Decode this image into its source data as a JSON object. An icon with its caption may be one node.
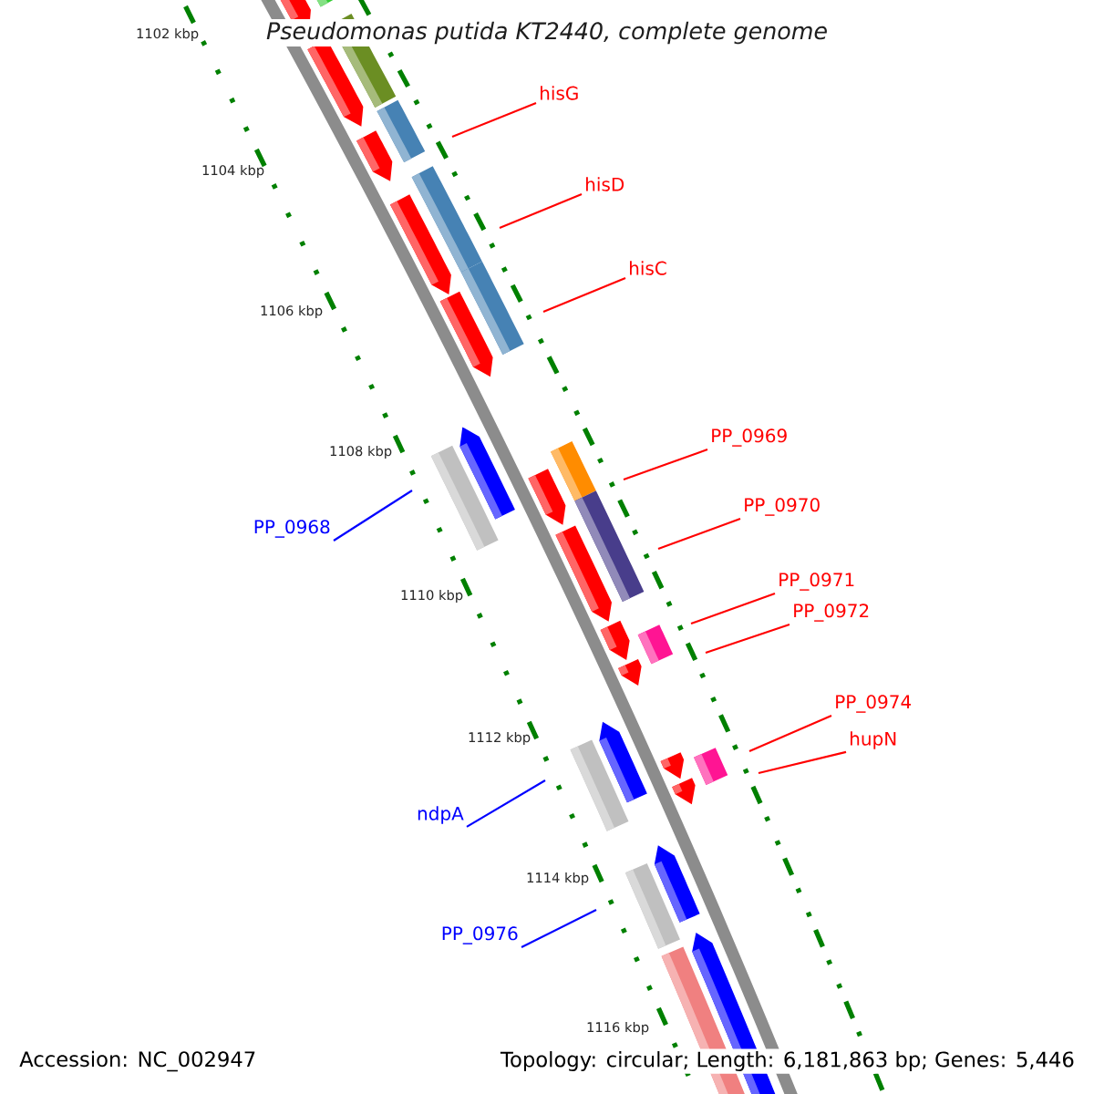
{
  "diagram": {
    "title": "Pseudomonas putida KT2440, complete genome",
    "nodes": [
      {
        "text": [
          "hisG"
        ]
      },
      {
        "text": [
          "hisD"
        ]
      },
      {
        "text": [
          "hisC"
        ]
      },
      {
        "text": [
          "PP_0969"
        ]
      },
      {
        "text": [
          "PP_0970"
        ]
      },
      {
        "text": [
          "PP_0968"
        ]
      },
      {
        "text": [
          "PP_0971"
        ]
      },
      {
        "text": [
          "PP_0972"
        ]
      },
      {
        "text": [
          "PP_0974"
        ]
      },
      {
        "text": [
          "hupN"
        ]
      },
      {
        "text": [
          "ndpA"
        ]
      },
      {
        "text": [
          "PP_0976"
        ]
      }
    ],
    "edges": [
      {
        "from": 0,
        "to": null,
        "arrow": "none"
      },
      {
        "from": 1,
        "to": null,
        "arrow": "none"
      },
      {
        "from": 2,
        "to": null,
        "arrow": "none"
      },
      {
        "from": 3,
        "to": null,
        "arrow": "none"
      },
      {
        "from": 4,
        "to": null,
        "arrow": "none"
      },
      {
        "from": 5,
        "to": null,
        "arrow": "none",
        "color": "#0000ff"
      },
      {
        "from": 6,
        "to": null,
        "arrow": "none"
      },
      {
        "from": 7,
        "to": null,
        "arrow": "none"
      },
      {
        "from": 8,
        "to": null,
        "arrow": "none"
      },
      {
        "from": 9,
        "to": null,
        "arrow": "none"
      },
      {
        "from": 10,
        "to": null,
        "arrow": "none",
        "color": "#0000ff"
      },
      {
        "from": 11,
        "to": null,
        "arrow": "none",
        "color": "#0000ff"
      }
    ],
    "labels": [
      "1102 kbp",
      "1104 kbp",
      "1106 kbp",
      "1108 kbp",
      "1110 kbp",
      "1112 kbp",
      "1114 kbp",
      "1116 kbp",
      "Accession: NC_002947",
      "Topology: circular; Length: 6,181,863 bp; Genes: 5,446"
    ]
  }
}
